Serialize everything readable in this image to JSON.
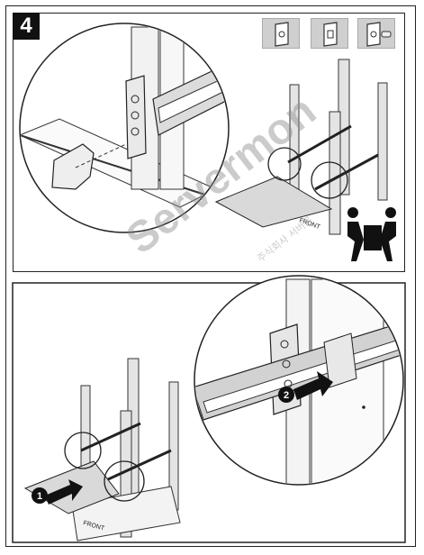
{
  "step": {
    "number": "4"
  },
  "labels": {
    "front_top": "FRONT",
    "front_bottom": "FRONT",
    "callout_1": "1",
    "callout_2": "2"
  },
  "watermark": {
    "text": "Servermon",
    "subtext": "주식회사 서버몬"
  },
  "icons": [
    "panel-icon",
    "square-panel-icon",
    "screw-panel-icon",
    "two-person-lift-icon"
  ],
  "colors": {
    "ink": "#222222",
    "badge": "#111111",
    "icon_bg": "#cfcfcf",
    "rail": "#d9d9d9",
    "arrow": "#111111"
  }
}
